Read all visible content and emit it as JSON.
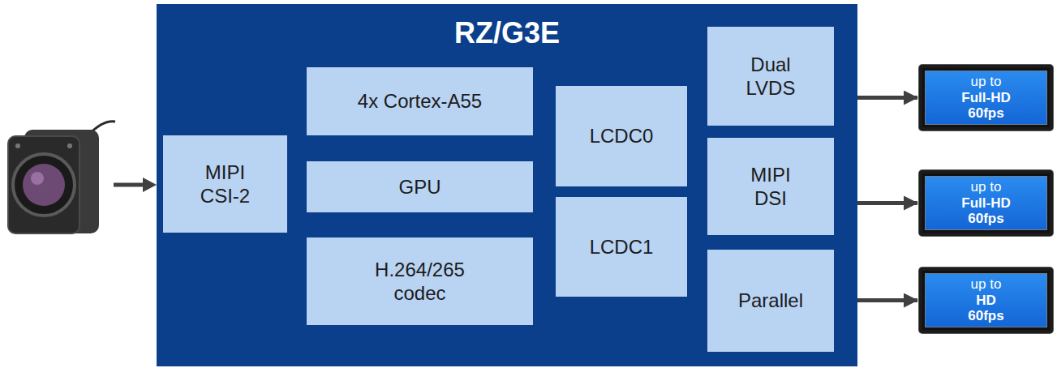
{
  "diagram": {
    "nodes": [
      {
        "text": [
          "RZ/G3E"
        ]
      },
      {
        "text": [
          "MIPI CSI-2"
        ],
        "in": 0
      },
      {
        "text": [
          "4x Cortex-A55"
        ],
        "in": 0
      },
      {
        "text": [
          "GPU"
        ],
        "in": 0
      },
      {
        "text": [
          "H.264/265 codec"
        ],
        "in": 0
      },
      {
        "text": [
          "LCDC0"
        ],
        "in": 0
      },
      {
        "text": [
          "LCDC1"
        ],
        "in": 0
      },
      {
        "text": [
          "Dual LVDS"
        ],
        "in": 0
      },
      {
        "text": [
          "MIPI DSI"
        ],
        "in": 0
      },
      {
        "text": [
          "Parallel"
        ],
        "in": 0
      },
      {
        "text": [
          "up to",
          "Full-HD",
          "60fps"
        ]
      },
      {
        "text": [
          "up to",
          "Full-HD",
          "60fps"
        ]
      },
      {
        "text": [
          "up to",
          "HD",
          "60fps"
        ]
      }
    ],
    "edges": [
      {
        "from": 7,
        "to": 10,
        "arrow": "to"
      },
      {
        "from": 8,
        "to": 11,
        "arrow": "to"
      },
      {
        "from": 9,
        "to": 12,
        "arrow": "to"
      }
    ]
  }
}
